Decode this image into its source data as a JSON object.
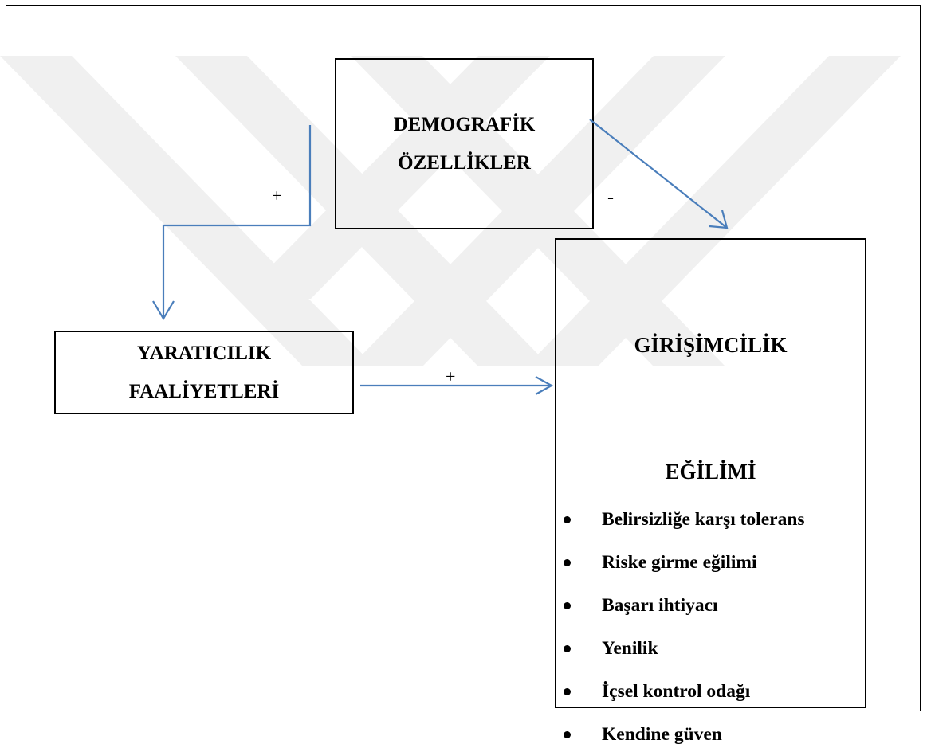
{
  "nodes": {
    "demographic": {
      "line1": "DEMOGRAFİK",
      "line2": "ÖZELLİKLER"
    },
    "creativity": {
      "line1": "YARATICILIK",
      "line2": "FAALİYETLERİ"
    },
    "entrepreneurship": {
      "line1": "GİRİŞİMCİLİK",
      "line2": "EĞİLİMİ",
      "items": [
        "Belirsizliğe karşı tolerans",
        "Riske girme eğilimi",
        "Başarı ihtiyacı",
        "Yenilik",
        "İçsel kontrol odağı",
        "Kendine güven"
      ]
    }
  },
  "edges": {
    "demographic_to_creativity": {
      "sign": "+"
    },
    "demographic_to_entrepreneurship": {
      "sign": "-"
    },
    "creativity_to_entrepreneurship": {
      "sign": "+"
    }
  },
  "colors": {
    "arrow": "#4a7ebb",
    "watermark": "#f0f0f0",
    "border": "#000000"
  }
}
